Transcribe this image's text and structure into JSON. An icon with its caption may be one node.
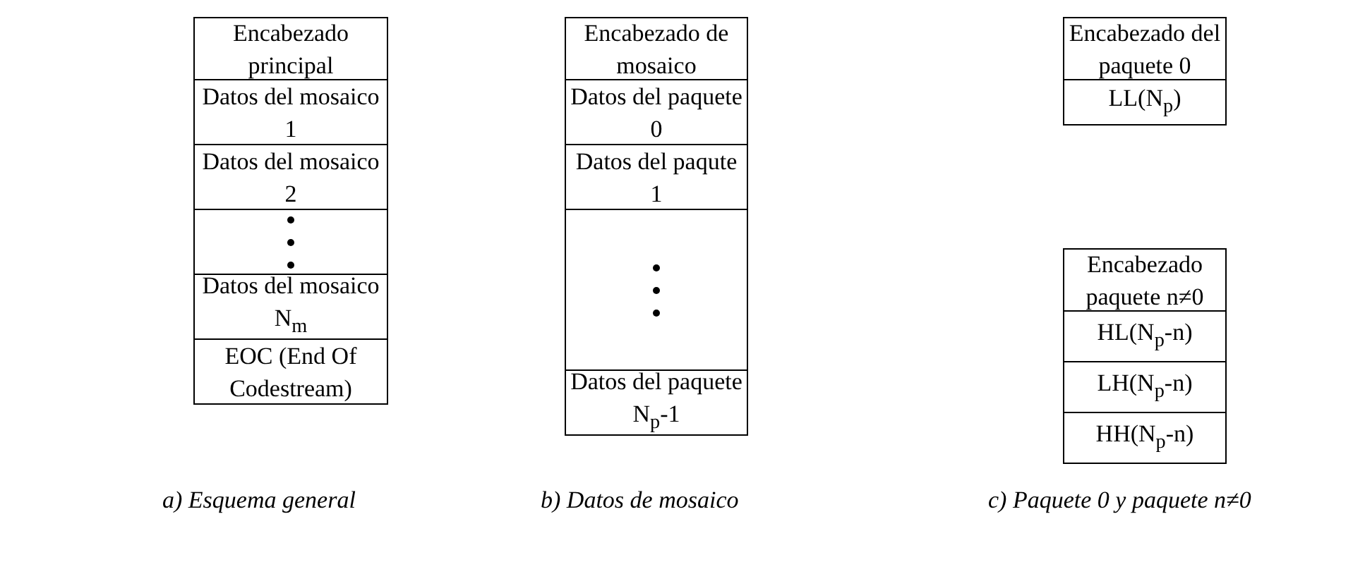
{
  "diagram": {
    "nodes": [
      {
        "text": [
          "Encabezado principal"
        ]
      },
      {
        "text": [
          "Datos del mosaico 1"
        ]
      },
      {
        "text": [
          "Datos del mosaico 2"
        ]
      },
      {
        "text": [],
        "shape": "box"
      },
      {
        "text": [
          "Datos del mosaico N$_{m}$"
        ]
      },
      {
        "text": [
          "EOC (End Of Codestream)"
        ]
      },
      {
        "text": [
          "Encabezado de mosaico"
        ]
      },
      {
        "text": [
          "Datos del paquete 0"
        ]
      },
      {
        "text": [
          "Datos del paqute 1"
        ]
      },
      {
        "text": [],
        "shape": "box"
      },
      {
        "text": [
          "Datos del paquete N$_{p}$-1"
        ]
      },
      {
        "text": [
          "Encabezado del paquete 0"
        ]
      },
      {
        "text": [
          "LL(N$_{p}$)"
        ]
      },
      {
        "text": [
          "Encabezado paquete n≠0"
        ]
      },
      {
        "text": [
          "HL(N$_{p}$-n)"
        ]
      },
      {
        "text": [
          "LH(N$_{p}$-n)"
        ]
      },
      {
        "text": [
          "HH(N$_{p}$-n)"
        ]
      }
    ],
    "labels": [
      "a) Esquema general",
      "b) Datos de mosaico",
      "c) Paquete 0 y paquete n≠0"
    ]
  }
}
